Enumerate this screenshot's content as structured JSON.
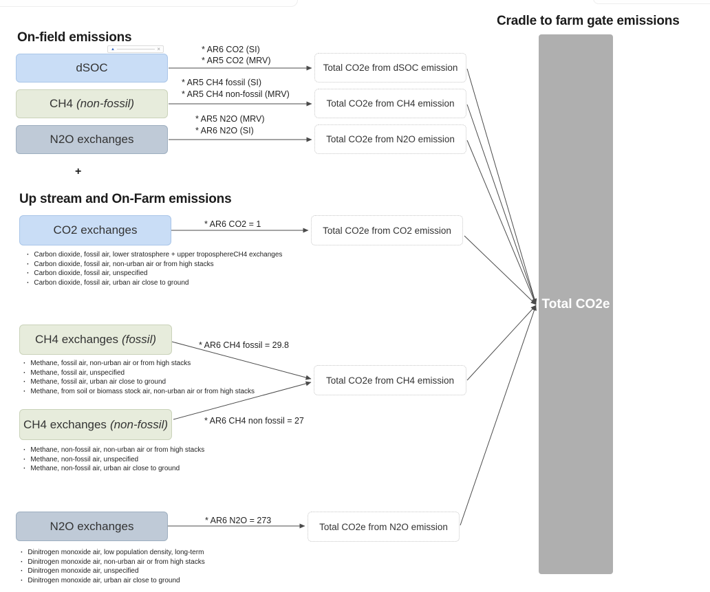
{
  "titles": {
    "cradle": "Cradle to farm gate emissions",
    "on_field": "On-field emissions",
    "upstream": "Up stream and On-Farm emissions",
    "plus": "+"
  },
  "nodes": {
    "dsoc": {
      "label": "dSOC"
    },
    "ch4_top": {
      "label": "CH4",
      "qualifier": "(non-fossil)"
    },
    "n2o_top": {
      "label": "N2O exchanges"
    },
    "co2": {
      "label": "CO2 exchanges"
    },
    "ch4_fossil": {
      "label": "CH4 exchanges",
      "qualifier": "(fossil)"
    },
    "ch4_nonfossil": {
      "label": "CH4 exchanges",
      "qualifier": "(non-fossil)"
    },
    "n2o_bottom": {
      "label": "N2O exchanges"
    }
  },
  "factors": {
    "dsoc_1": "* AR6 CO2 (SI)",
    "dsoc_2": "* AR5 CO2 (MRV)",
    "ch4top_1": "* AR5 CH4 fossil (SI)",
    "ch4top_2": "* AR5 CH4 non-fossil (MRV)",
    "n2otop_1": "* AR5 N2O (MRV)",
    "n2otop_2": "* AR6 N2O (SI)",
    "co2": "* AR6 CO2 = 1",
    "ch4_fossil": "* AR6 CH4 fossil = 29.8",
    "ch4_nonfossil": "* AR6 CH4 non fossil = 27",
    "n2o": "* AR6 N2O = 273"
  },
  "totals": {
    "dsoc": "Total CO2e from dSOC emission",
    "ch4_top": "Total CO2e from CH4 emission",
    "n2o_top": "Total CO2e from N2O emission",
    "co2": "Total CO2e from CO2 emission",
    "ch4_mid": "Total CO2e from CH4 emission",
    "n2o_bottom": "Total CO2e from N2O emission"
  },
  "bullets": {
    "co2": [
      "Carbon dioxide, fossil air, lower stratosphere + upper troposphereCH4 exchanges",
      "Carbon dioxide, fossil air, non-urban air or from high stacks",
      "Carbon dioxide, fossil air, unspecified",
      "Carbon dioxide, fossil air, urban air close to ground"
    ],
    "ch4_fossil": [
      "Methane, fossil air, non-urban air or from high stacks",
      "Methane, fossil air, unspecified",
      "Methane, fossil air, urban air close to ground",
      "Methane, from soil or biomass stock air, non-urban air or from high stacks"
    ],
    "ch4_nonfossil": [
      "Methane, non-fossil air, non-urban air or from high stacks",
      "Methane, non-fossil air, unspecified",
      "Methane, non-fossil air, urban air close to ground"
    ],
    "n2o": [
      "Dinitrogen monoxide air, low population density, long-term",
      "Dinitrogen monoxide air, non-urban air or from high stacks",
      "Dinitrogen monoxide air, unspecified",
      "Dinitrogen monoxide air, urban air close to ground"
    ]
  },
  "total_bar": {
    "label": "Total CO2e"
  },
  "icons": {
    "comment_marker": "▲",
    "close": "×"
  },
  "colors": {
    "blue_fill": "#c9ddf6",
    "green_fill": "#e7ecdc",
    "slate_fill": "#bfcad7",
    "bar_fill": "#afafaf",
    "wire": "#4a4a4a"
  }
}
